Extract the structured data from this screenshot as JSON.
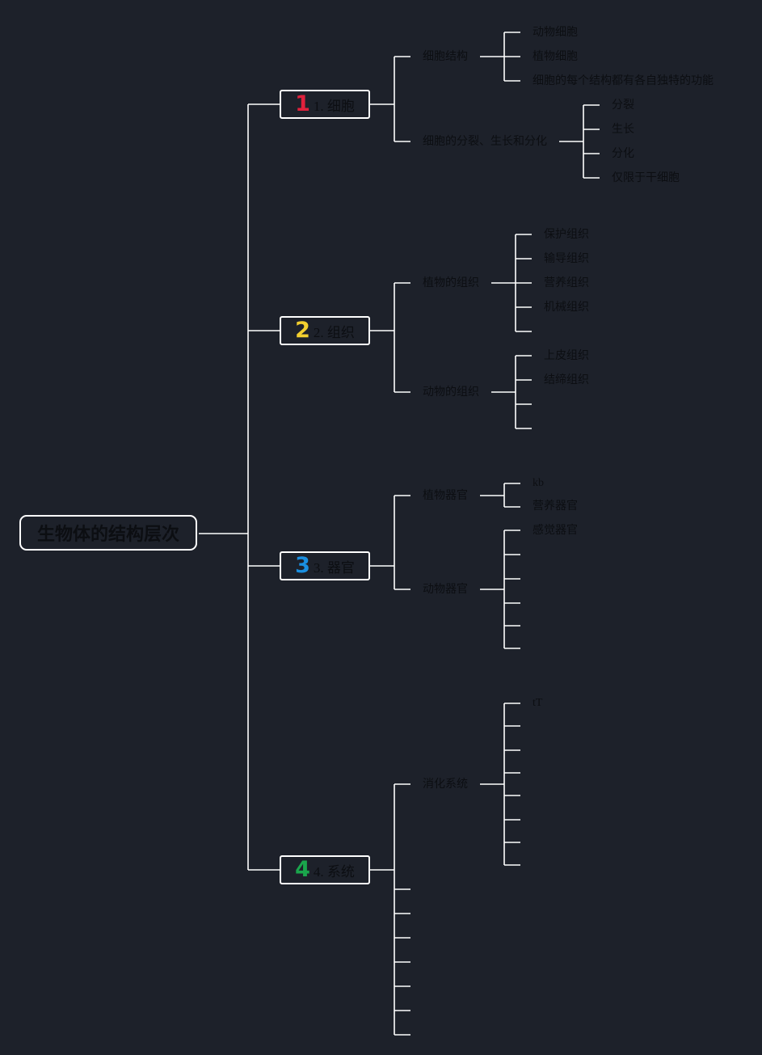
{
  "root": {
    "label": "生物体的结构层次"
  },
  "topics": [
    {
      "number": "1",
      "number_color": "#e0213c",
      "label": "1. 细胞",
      "branches": [
        {
          "label": "细胞结构",
          "leaves": [
            "动物细胞",
            "植物细胞",
            "细胞的每个结构都有各自独特的功能"
          ]
        },
        {
          "label": "细胞的分裂、生长和分化",
          "leaves": [
            "分裂",
            "生长",
            "分化",
            "仅限于干细胞"
          ]
        }
      ]
    },
    {
      "number": "2",
      "number_color": "#f2cf2f",
      "label": "2. 组织",
      "branches": [
        {
          "label": "植物的组织",
          "leaves": [
            "保护组织",
            "输导组织",
            "营养组织",
            "机械组织",
            ""
          ]
        },
        {
          "label": "动物的组织",
          "leaves": [
            "上皮组织",
            "结缔组织",
            "",
            ""
          ]
        }
      ]
    },
    {
      "number": "3",
      "number_color": "#1a8fe0",
      "label": "3. 器官",
      "branches": [
        {
          "label": "植物器官",
          "leaves": [
            "kb",
            "营养器官"
          ]
        },
        {
          "label": "动物器官",
          "leaves": [
            "感觉器官",
            "",
            "",
            "",
            "",
            ""
          ]
        }
      ]
    },
    {
      "number": "4",
      "number_color": "#1aa64c",
      "label": "4. 系统",
      "branches": [
        {
          "label": "消化系统",
          "leaves": [
            "tT",
            "",
            "",
            "",
            "",
            "",
            "",
            ""
          ]
        },
        {
          "label": "",
          "leaves": []
        },
        {
          "label": "",
          "leaves": []
        },
        {
          "label": "",
          "leaves": []
        },
        {
          "label": "",
          "leaves": []
        },
        {
          "label": "",
          "leaves": []
        },
        {
          "label": "",
          "leaves": []
        },
        {
          "label": "",
          "leaves": []
        }
      ]
    }
  ]
}
